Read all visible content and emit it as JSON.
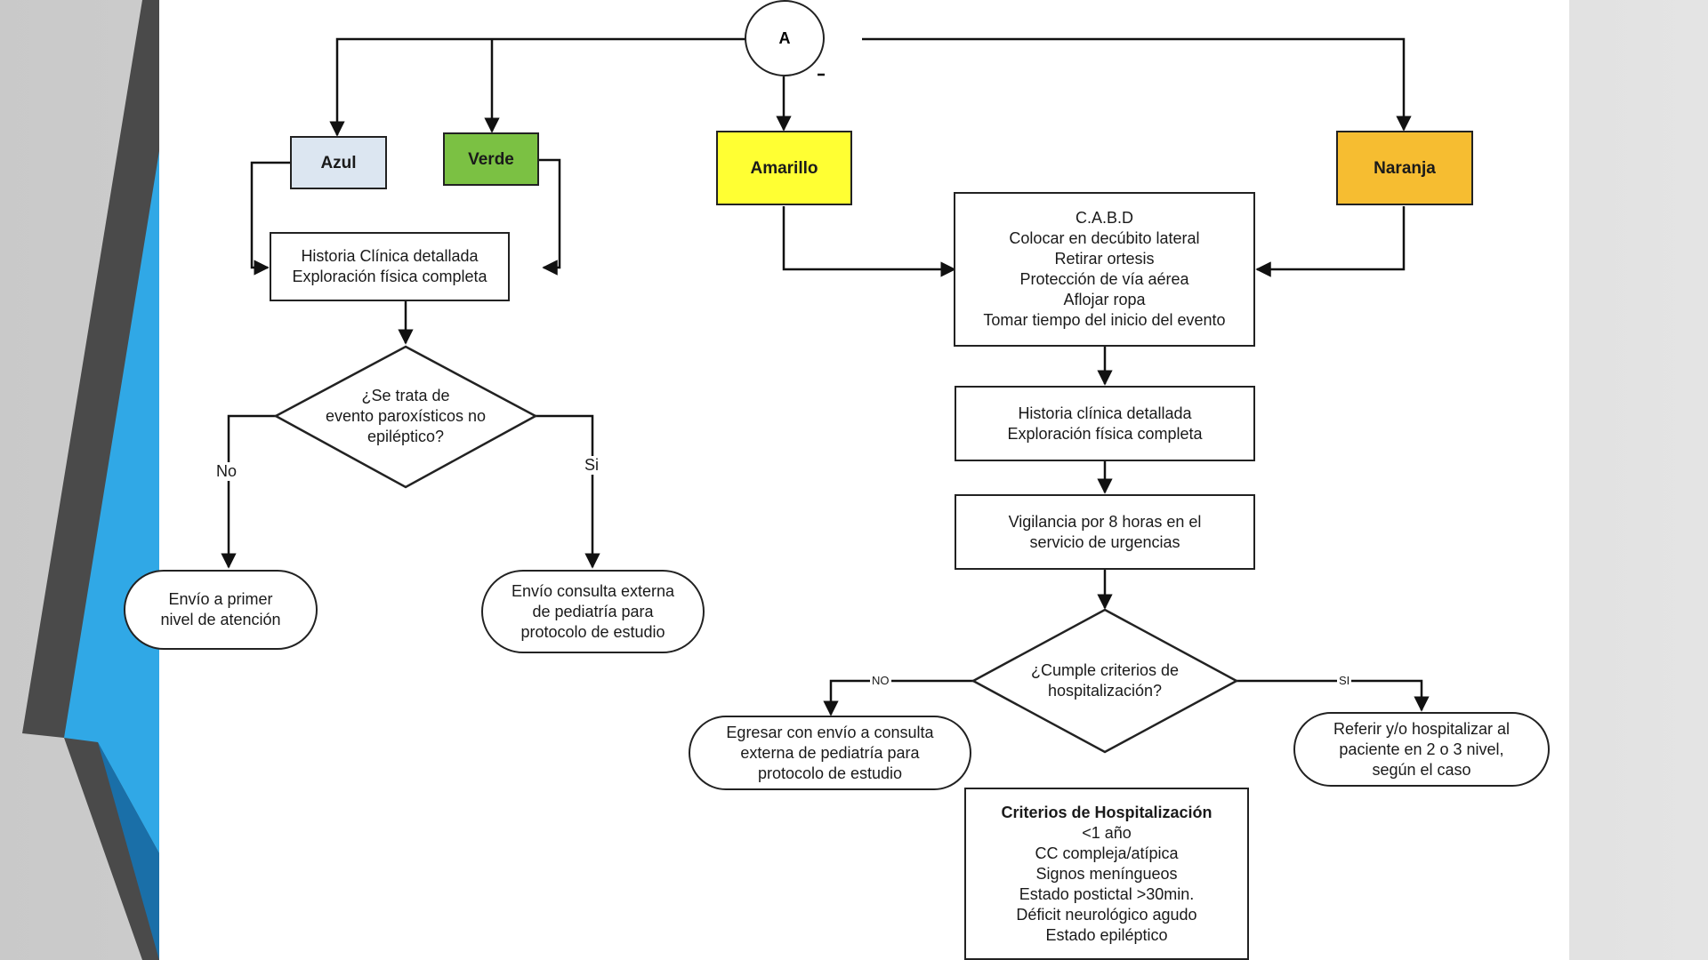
{
  "colors": {
    "azul": "#dce6f1",
    "verde": "#7bc143",
    "amarillo": "#ffff33",
    "naranja": "#f6bd31",
    "accent_blue": "#30a8e6"
  },
  "connector": "A",
  "triage": {
    "azul": "Azul",
    "verde": "Verde",
    "amarillo": "Amarillo",
    "naranja": "Naranja"
  },
  "left_branch": {
    "history": [
      "Historia Clínica detallada",
      "Exploración física completa"
    ],
    "decision": [
      "¿Se trata de",
      "evento paroxísticos no",
      "epiléptico?"
    ],
    "no_label": "No",
    "yes_label": "Si",
    "no_outcome": [
      "Envío a primer",
      "nivel de atención"
    ],
    "yes_outcome": [
      "Envío consulta externa",
      "de pediatría para",
      "protocolo de estudio"
    ]
  },
  "right_branch": {
    "cabd": [
      "C.A.B.D",
      "Colocar en decúbito lateral",
      "Retirar ortesis",
      "Protección de vía aérea",
      "Aflojar ropa",
      "Tomar tiempo del inicio del evento"
    ],
    "history": [
      "Historia clínica detallada",
      "Exploración física completa"
    ],
    "vigilance": [
      "Vigilancia por 8 horas en el",
      "servicio de urgencias"
    ],
    "decision": [
      "¿Cumple criterios de",
      "hospitalización?"
    ],
    "no_label": "NO",
    "yes_label": "SI",
    "no_outcome": [
      "Egresar con envío a consulta",
      "externa de pediatría para",
      "protocolo de estudio"
    ],
    "yes_outcome": [
      "Referir y/o hospitalizar al",
      "paciente en 2 o 3 nivel,",
      "según el caso"
    ],
    "criteria_title": "Criterios de Hospitalización",
    "criteria": [
      "<1 año",
      "CC compleja/atípica",
      "Signos meníngueos",
      "Estado postictal >30min.",
      "Déficit neurológico agudo",
      "Estado epiléptico"
    ]
  }
}
